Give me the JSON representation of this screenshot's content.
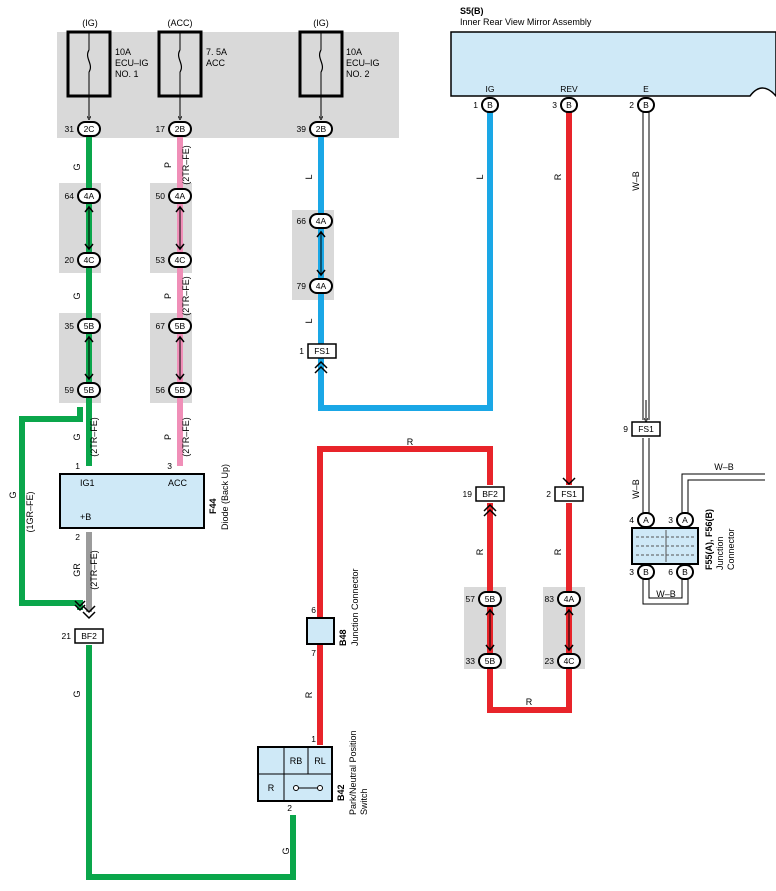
{
  "colors": {
    "green": "#0aa64b",
    "pink": "#f08fb8",
    "blue": "#1aa7e6",
    "red": "#e8242a",
    "gray": "#9b9b9b",
    "connector_bg": "#d9d9d9",
    "component_fill": "#cfe9f7"
  },
  "fuses": [
    {
      "source": "(IG)",
      "rating": "10A",
      "line1": "ECU–IG",
      "line2": "NO. 1",
      "pin": "31",
      "connector": "2C"
    },
    {
      "source": "(ACC)",
      "rating": "7. 5A",
      "line1": "ACC",
      "line2": "",
      "pin": "17",
      "connector": "2B"
    },
    {
      "source": "(IG)",
      "rating": "10A",
      "line1": "ECU–IG",
      "line2": "NO. 2",
      "pin": "39",
      "connector": "2B"
    }
  ],
  "mirror": {
    "code": "S5(B)",
    "name": "Inner Rear View Mirror Assembly",
    "terminals": [
      {
        "name": "IG",
        "pin": "1",
        "connector": "B"
      },
      {
        "name": "REV",
        "pin": "3",
        "connector": "B"
      },
      {
        "name": "E",
        "pin": "2",
        "connector": "B"
      }
    ]
  },
  "wires": {
    "g": "G",
    "p": "P",
    "l": "L",
    "r": "R",
    "gr": "GR",
    "wb": "W–B",
    "v2tr": "(2TR–FE)",
    "v1gr": "(1GR–FE)",
    "g_1gr": "G",
    "r_b48": "R"
  },
  "inline": {
    "c1": [
      {
        "pin": "64",
        "conn": "4A"
      },
      {
        "pin": "20",
        "conn": "4C"
      }
    ],
    "c2": [
      {
        "pin": "35",
        "conn": "5B"
      },
      {
        "pin": "59",
        "conn": "5B"
      }
    ],
    "c3": [
      {
        "pin": "50",
        "conn": "4A"
      },
      {
        "pin": "53",
        "conn": "4C"
      }
    ],
    "c4": [
      {
        "pin": "67",
        "conn": "5B"
      },
      {
        "pin": "56",
        "conn": "5B"
      }
    ],
    "c5": [
      {
        "pin": "66",
        "conn": "4A"
      },
      {
        "pin": "79",
        "conn": "4A"
      }
    ],
    "c6": [
      {
        "pin": "57",
        "conn": "5B"
      },
      {
        "pin": "33",
        "conn": "5B"
      }
    ],
    "c7": [
      {
        "pin": "83",
        "conn": "4A"
      },
      {
        "pin": "23",
        "conn": "4C"
      }
    ]
  },
  "fs1_a": {
    "pin": "1",
    "conn": "FS1"
  },
  "fs1_b": {
    "pin": "9",
    "conn": "FS1"
  },
  "fs1_c": {
    "pin": "2",
    "conn": "FS1"
  },
  "bf2_a": {
    "pin": "21",
    "conn": "BF2"
  },
  "bf2_b": {
    "pin": "19",
    "conn": "BF2"
  },
  "diode": {
    "code": "F44",
    "name": "Diode (Back Up)",
    "ig1": "IG1",
    "acc": "ACC",
    "b": "+B",
    "pin_ig1": "1",
    "pin_acc": "3",
    "pin_b": "2"
  },
  "b48": {
    "code": "B48",
    "name": "Junction Connector",
    "pin_top": "6",
    "pin_bot": "7"
  },
  "b42": {
    "code": "B42",
    "name1": "Park/Neutral Position",
    "name2": "Switch",
    "rb": "RB",
    "rl": "RL",
    "r": "R",
    "pin_top": "1",
    "pin_bot": "2"
  },
  "f55": {
    "code": "F55(A), F56(B)",
    "name": "Junction",
    "name2": "Connector",
    "pins": [
      {
        "pin": "4",
        "conn": "A"
      },
      {
        "pin": "3",
        "conn": "A"
      },
      {
        "pin": "3",
        "conn": "B"
      },
      {
        "pin": "6",
        "conn": "B"
      }
    ]
  }
}
